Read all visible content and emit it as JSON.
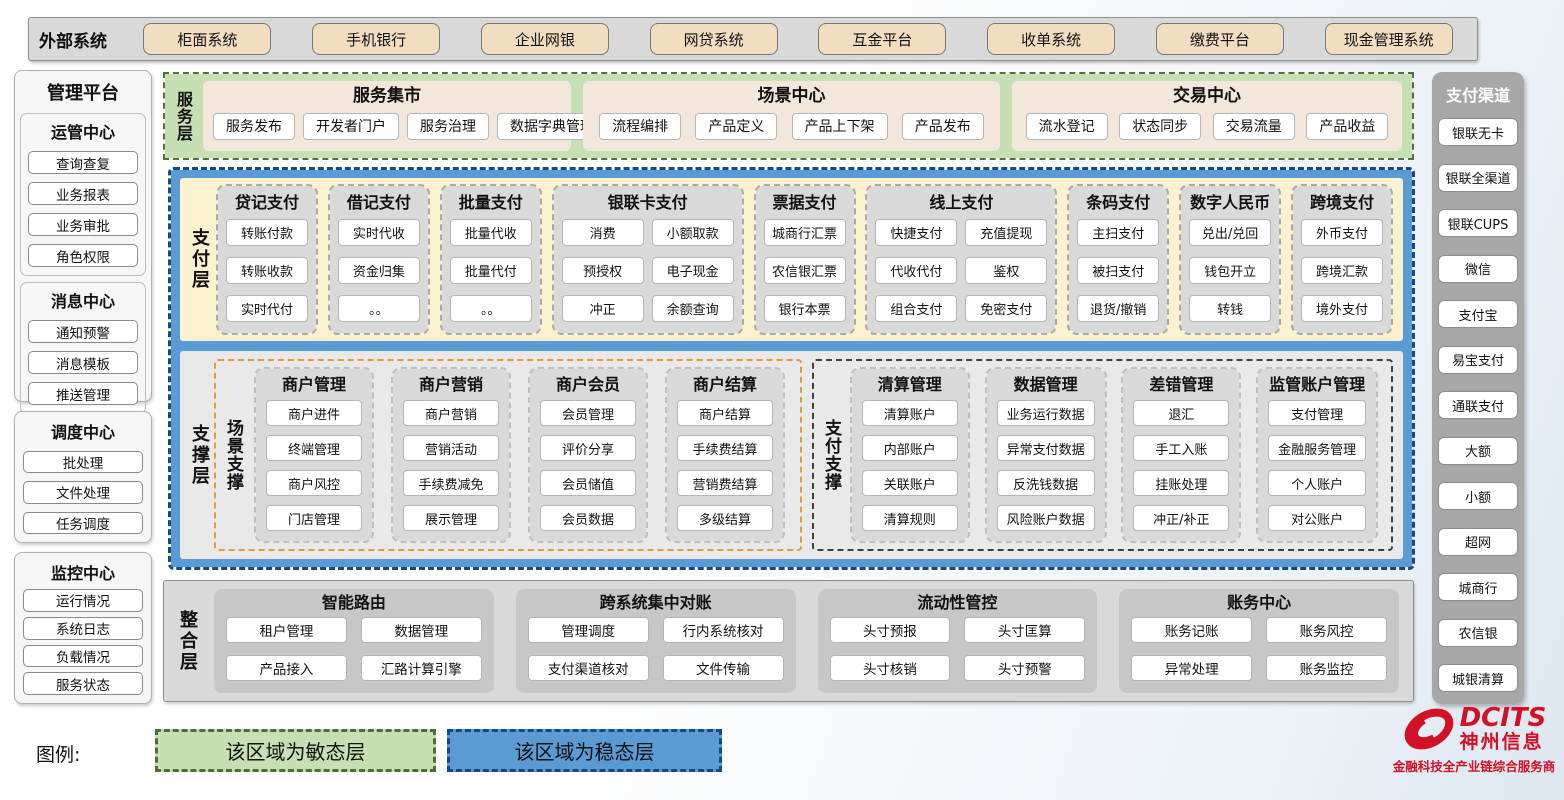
{
  "external_systems": {
    "label": "外部系统",
    "items": [
      "柜面系统",
      "手机银行",
      "企业网银",
      "网贷系统",
      "互金平台",
      "收单系统",
      "缴费平台",
      "现金管理系统"
    ]
  },
  "management_platform": {
    "title": "管理平台",
    "groups": [
      {
        "title": "运管中心",
        "items": [
          "查询查复",
          "业务报表",
          "业务审批",
          "角色权限"
        ]
      },
      {
        "title": "消息中心",
        "items": [
          "通知预警",
          "消息模板",
          "推送管理"
        ]
      },
      {
        "title": "调度中心",
        "items": [
          "批处理",
          "文件处理",
          "任务调度"
        ]
      },
      {
        "title": "监控中心",
        "items": [
          "运行情况",
          "系统日志",
          "负载情况",
          "服务状态"
        ]
      }
    ]
  },
  "service_layer": {
    "label": "服务层",
    "centers": [
      {
        "title": "服务集市",
        "items": [
          "服务发布",
          "开发者门户",
          "服务治理",
          "数据字典管理"
        ]
      },
      {
        "title": "场景中心",
        "items": [
          "流程编排",
          "产品定义",
          "产品上下架",
          "产品发布"
        ]
      },
      {
        "title": "交易中心",
        "items": [
          "流水登记",
          "状态同步",
          "交易流量",
          "产品收益"
        ]
      }
    ]
  },
  "payment_layer": {
    "label": "支付层",
    "groups": [
      {
        "title": "贷记支付",
        "cols": 1,
        "items": [
          "转账付款",
          "转账收款",
          "实时代付"
        ]
      },
      {
        "title": "借记支付",
        "cols": 1,
        "items": [
          "实时代收",
          "资金归集",
          "。。"
        ]
      },
      {
        "title": "批量支付",
        "cols": 1,
        "items": [
          "批量代收",
          "批量代付",
          "。。"
        ]
      },
      {
        "title": "银联卡支付",
        "cols": 2,
        "items": [
          "消费",
          "小额取款",
          "预授权",
          "电子现金",
          "冲正",
          "余额查询"
        ]
      },
      {
        "title": "票据支付",
        "cols": 1,
        "items": [
          "城商行汇票",
          "农信银汇票",
          "银行本票"
        ]
      },
      {
        "title": "线上支付",
        "cols": 2,
        "items": [
          "快捷支付",
          "充值提现",
          "代收代付",
          "鉴权",
          "组合支付",
          "免密支付"
        ]
      },
      {
        "title": "条码支付",
        "cols": 1,
        "items": [
          "主扫支付",
          "被扫支付",
          "退货/撤销"
        ]
      },
      {
        "title": "数字人民币",
        "cols": 1,
        "items": [
          "兑出/兑回",
          "钱包开立",
          "转钱"
        ]
      },
      {
        "title": "跨境支付",
        "cols": 1,
        "items": [
          "外币支付",
          "跨境汇款",
          "境外支付"
        ]
      }
    ]
  },
  "support_layer": {
    "label": "支撑层",
    "sections": [
      {
        "label": "场景支撑",
        "style": "orange",
        "groups": [
          {
            "title": "商户管理",
            "items": [
              "商户进件",
              "终端管理",
              "商户风控",
              "门店管理"
            ]
          },
          {
            "title": "商户营销",
            "items": [
              "商户营销",
              "营销活动",
              "手续费减免",
              "展示管理"
            ]
          },
          {
            "title": "商户会员",
            "items": [
              "会员管理",
              "评价分享",
              "会员储值",
              "会员数据"
            ]
          },
          {
            "title": "商户结算",
            "items": [
              "商户结算",
              "手续费结算",
              "营销费结算",
              "多级结算"
            ]
          }
        ]
      },
      {
        "label": "支付支撑",
        "style": "dark",
        "groups": [
          {
            "title": "清算管理",
            "items": [
              "清算账户",
              "内部账户",
              "关联账户",
              "清算规则"
            ]
          },
          {
            "title": "数据管理",
            "items": [
              "业务运行数据",
              "异常支付数据",
              "反洗钱数据",
              "风险账户数据"
            ]
          },
          {
            "title": "差错管理",
            "items": [
              "退汇",
              "手工入账",
              "挂账处理",
              "冲正/补正"
            ]
          },
          {
            "title": "监管账户管理",
            "items": [
              "支付管理",
              "金融服务管理",
              "个人账户",
              "对公账户"
            ]
          }
        ]
      }
    ]
  },
  "integration_layer": {
    "label": "整合层",
    "groups": [
      {
        "title": "智能路由",
        "items": [
          "租户管理",
          "数据管理",
          "产品接入",
          "汇路计算引擎"
        ]
      },
      {
        "title": "跨系统集中对账",
        "items": [
          "管理调度",
          "行内系统核对",
          "支付渠道核对",
          "文件传输"
        ]
      },
      {
        "title": "流动性管控",
        "items": [
          "头寸预报",
          "头寸匡算",
          "头寸核销",
          "头寸预警"
        ]
      },
      {
        "title": "账务中心",
        "items": [
          "账务记账",
          "账务风控",
          "异常处理",
          "账务监控"
        ]
      }
    ]
  },
  "payment_channels": {
    "title": "支付渠道",
    "items": [
      "银联无卡",
      "银联全渠道",
      "银联CUPS",
      "微信",
      "支付宝",
      "易宝支付",
      "通联支付",
      "大额",
      "小额",
      "超网",
      "城商行",
      "农信银",
      "城银清算"
    ]
  },
  "legend": {
    "label": "图例:",
    "agile": "该区域为敏态层",
    "stable": "该区域为稳态层"
  },
  "logo": {
    "name": "DCITS",
    "cn": "神州信息",
    "tagline": "金融科技全产业链综合服务商"
  },
  "colors": {
    "agile_green": "#c6e0b4",
    "stable_blue": "#5b9bd5",
    "external_button_tan": "#f2ddc1",
    "service_center_cream": "#f2e7da",
    "payment_panel_cream": "#fdf2cf",
    "group_gray": "#d9d9d9",
    "channel_rail_gray": "#a8a7a7",
    "scene_support_border_orange": "#e19c3c",
    "logo_red": "#d01126"
  }
}
